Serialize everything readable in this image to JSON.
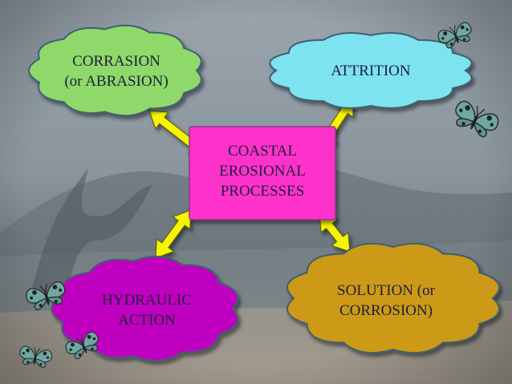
{
  "diagram": {
    "center": {
      "lines": [
        "COASTAL",
        "EROSIONAL",
        "PROCESSES"
      ],
      "fill": "#ff33cc"
    },
    "nodes": [
      {
        "id": "corrasion",
        "lines": [
          "CORRASION",
          "(or ABRASION)"
        ],
        "fill": "#8ed96a"
      },
      {
        "id": "attrition",
        "lines": [
          "ATTRITION"
        ],
        "fill": "#7de3ef"
      },
      {
        "id": "hydraulic",
        "lines": [
          "HYDRAULIC",
          "ACTION"
        ],
        "fill": "#c000c0"
      },
      {
        "id": "solution",
        "lines": [
          "SOLUTION (or",
          "CORROSION)"
        ],
        "fill": "#cc9a14"
      }
    ],
    "arrow_color": "#f5f500"
  },
  "background": {
    "sky": "#8f9aa3",
    "sea": "#707a80",
    "sand": "#9a9288"
  },
  "icons": [
    "butterfly-icon"
  ]
}
